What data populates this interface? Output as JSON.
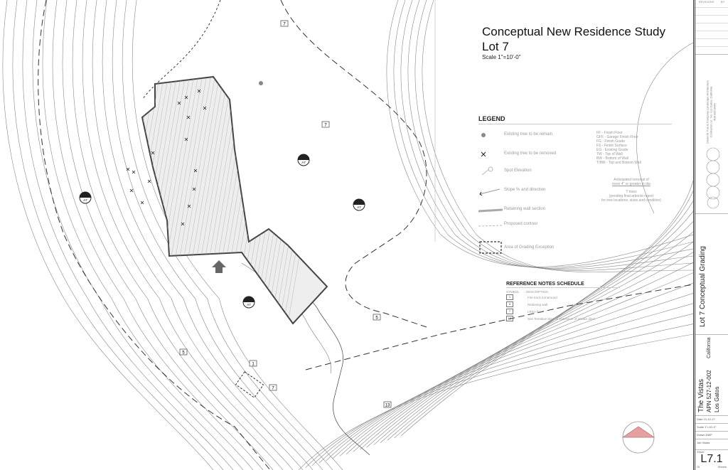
{
  "drawing": {
    "title_line1": "Conceptual New Residence Study",
    "title_line2": "Lot 7",
    "scale": "Scale 1\"=10'-0\"",
    "callouts": [
      "7",
      "7",
      "5",
      "5",
      "1",
      "13",
      "7"
    ],
    "section_marks": [
      "A7",
      "A7",
      "A7",
      "A7"
    ]
  },
  "legend": {
    "heading": "LEGEND",
    "items": [
      {
        "icon": "tree-remain-dot-icon",
        "label": "Existing tree to be remain"
      },
      {
        "icon": "tree-remove-x-icon",
        "label": "Existing tree to be removed"
      },
      {
        "icon": "spot-elevation-icon",
        "label": "Spot Elevation"
      },
      {
        "icon": "slope-arrow-icon",
        "label": "Slope % and direction"
      },
      {
        "icon": "retaining-wall-icon",
        "label": "Retaining wall section"
      },
      {
        "icon": "proposed-contour-icon",
        "label": "Proposed contour"
      },
      {
        "icon": "dashed-box-icon",
        "label": "Area of Grading Exception"
      }
    ],
    "abbreviations": [
      "FF - Finish Floor",
      "GFF - Garage Finish Floor",
      "FG - Finish Grade",
      "FS - Finish Surface",
      "EG - Existing Grade",
      "TW - Top of Wall",
      "BW - Bottom of Wall",
      "T/BW - Top and Bottom Wall"
    ],
    "note1_line1": "Anticipated removal of",
    "note1_line2": "trees 4\" or greater in dia",
    "note2_line1": "7 trees",
    "note2_line2": "(pending final arborist report",
    "note2_line3": "for tree locations, sizes and condition)"
  },
  "reference_notes": {
    "heading": "REFERENCE NOTES SCHEDULE",
    "col_symbol": "SYMBOL",
    "col_description": "DESCRIPTION",
    "rows": [
      {
        "symbol": "1",
        "description": "Fire truck turnaround"
      },
      {
        "symbol": "5",
        "description": "Retaining wall"
      },
      {
        "symbol": "7",
        "description": "LRDA line"
      },
      {
        "symbol": "13",
        "description": "See Tentative Map for extension of private drive"
      }
    ]
  },
  "title_block": {
    "revisions_label": "REVISIONS",
    "by_label": "BY",
    "firm_lines": [
      "David W. Fox & Company Landscape Architecture",
      "Contractor Lic. No. Los Gatos, California",
      "408.395.0444"
    ],
    "sheet_title": "Lot 7 Conceptual Grading",
    "state": "California",
    "project": "The Vistas",
    "apn": "APN 527-12-002",
    "city": "Los Gatos",
    "date": "Date  10-12-17",
    "scale": "Scale  1\"=10'-0\"",
    "drawn": "Drawn  DWF",
    "job": "Job  Vistas",
    "sheet_label": "Sheet",
    "sheet_number": "L7.1",
    "of_label": "Of",
    "sheets_label": "Sheets"
  }
}
